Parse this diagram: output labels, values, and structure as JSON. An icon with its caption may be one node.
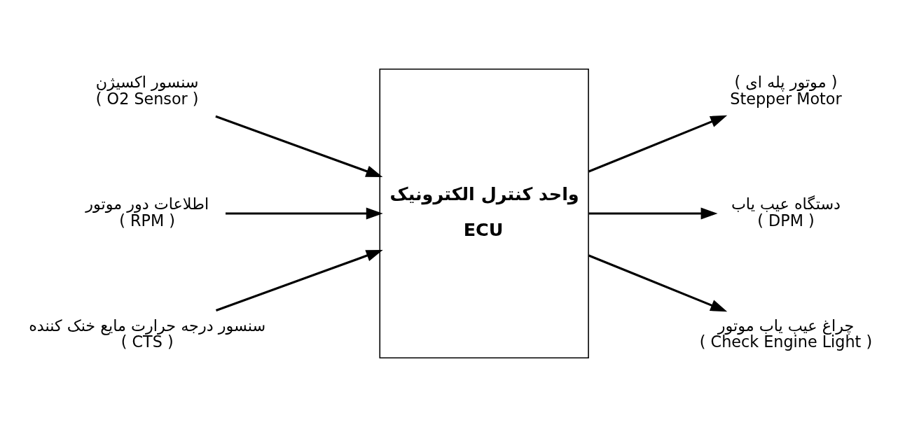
{
  "diagram": {
    "nodes": [
      {
        "text": [
          "سنسور اکسیژن",
          "( O2 Sensor )"
        ]
      },
      {
        "text": [
          "اطلاعات دور موتور",
          "( RPM )"
        ]
      },
      {
        "text": [
          "سنسور درجه حرارت مایع خنک کننده",
          "( CTS )"
        ]
      },
      {
        "text": [
          "واحد کنترل الکترونیک",
          "ECU"
        ]
      },
      {
        "text": [
          "( موتور پله ای )",
          "Stepper Motor"
        ]
      },
      {
        "text": [
          "دستگاه عیب یاب",
          "( DPM )"
        ]
      },
      {
        "text": [
          "چراغ عیب یاب موتور",
          "( Check Engine Light )"
        ]
      }
    ],
    "edges": [
      {
        "from": 0,
        "to": 3,
        "arrow": "to"
      },
      {
        "from": 1,
        "to": 3,
        "arrow": "to"
      },
      {
        "from": 2,
        "to": 3,
        "arrow": "to"
      },
      {
        "from": 3,
        "to": 4,
        "arrow": "to"
      },
      {
        "from": 3,
        "to": 5,
        "arrow": "to"
      },
      {
        "from": 3,
        "to": 6,
        "arrow": "to"
      }
    ]
  }
}
